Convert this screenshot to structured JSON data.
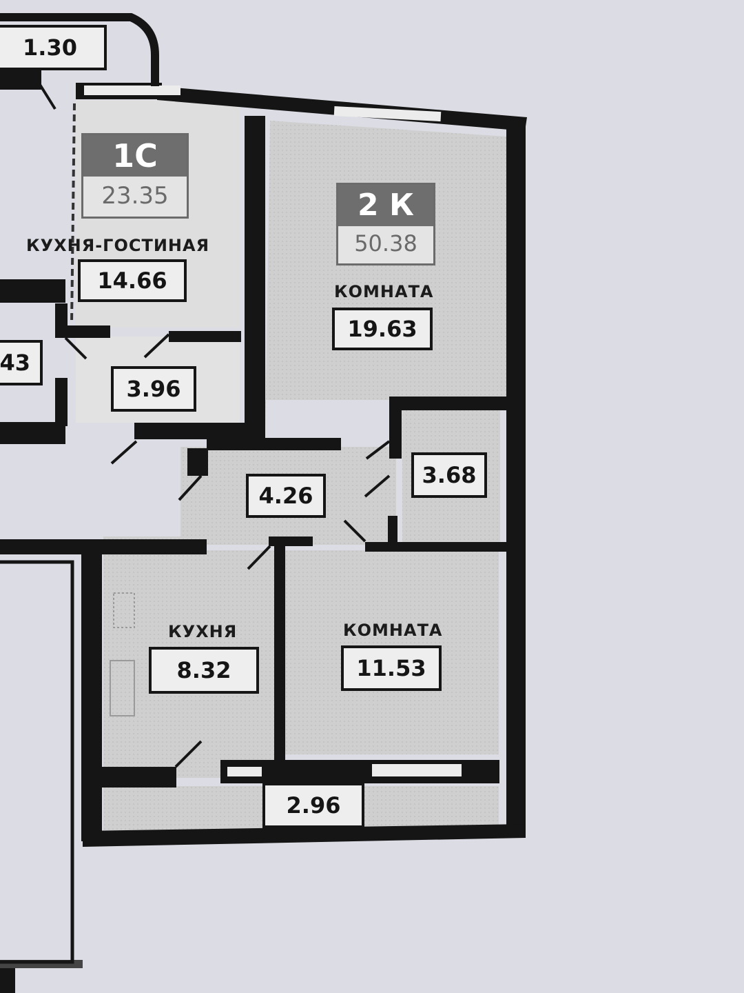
{
  "apartments": [
    {
      "code": "1С",
      "area": "23.35"
    },
    {
      "code": "2 К",
      "area": "50.38"
    }
  ],
  "rooms": {
    "kitchen_living": {
      "label": "КУХНЯ-ГОСТИНАЯ",
      "area": "14.66"
    },
    "room_large": {
      "label": "КОМНАТА",
      "area": "19.63"
    },
    "room_small": {
      "label": "КОМНАТА",
      "area": "11.53"
    },
    "kitchen": {
      "label": "КУХНЯ",
      "area": "8.32"
    }
  },
  "areas": {
    "balcony_top": "1.30",
    "left_partial": "43",
    "bathroom_1c": "3.96",
    "hallway_2k": "4.26",
    "bathroom_2k": "3.68",
    "balcony_2k": "2.96"
  },
  "colors": {
    "paper": "#dcdde4",
    "wall": "#151515",
    "room_fill": "#cdcdcd",
    "badge_dark": "#6e6e6e"
  }
}
